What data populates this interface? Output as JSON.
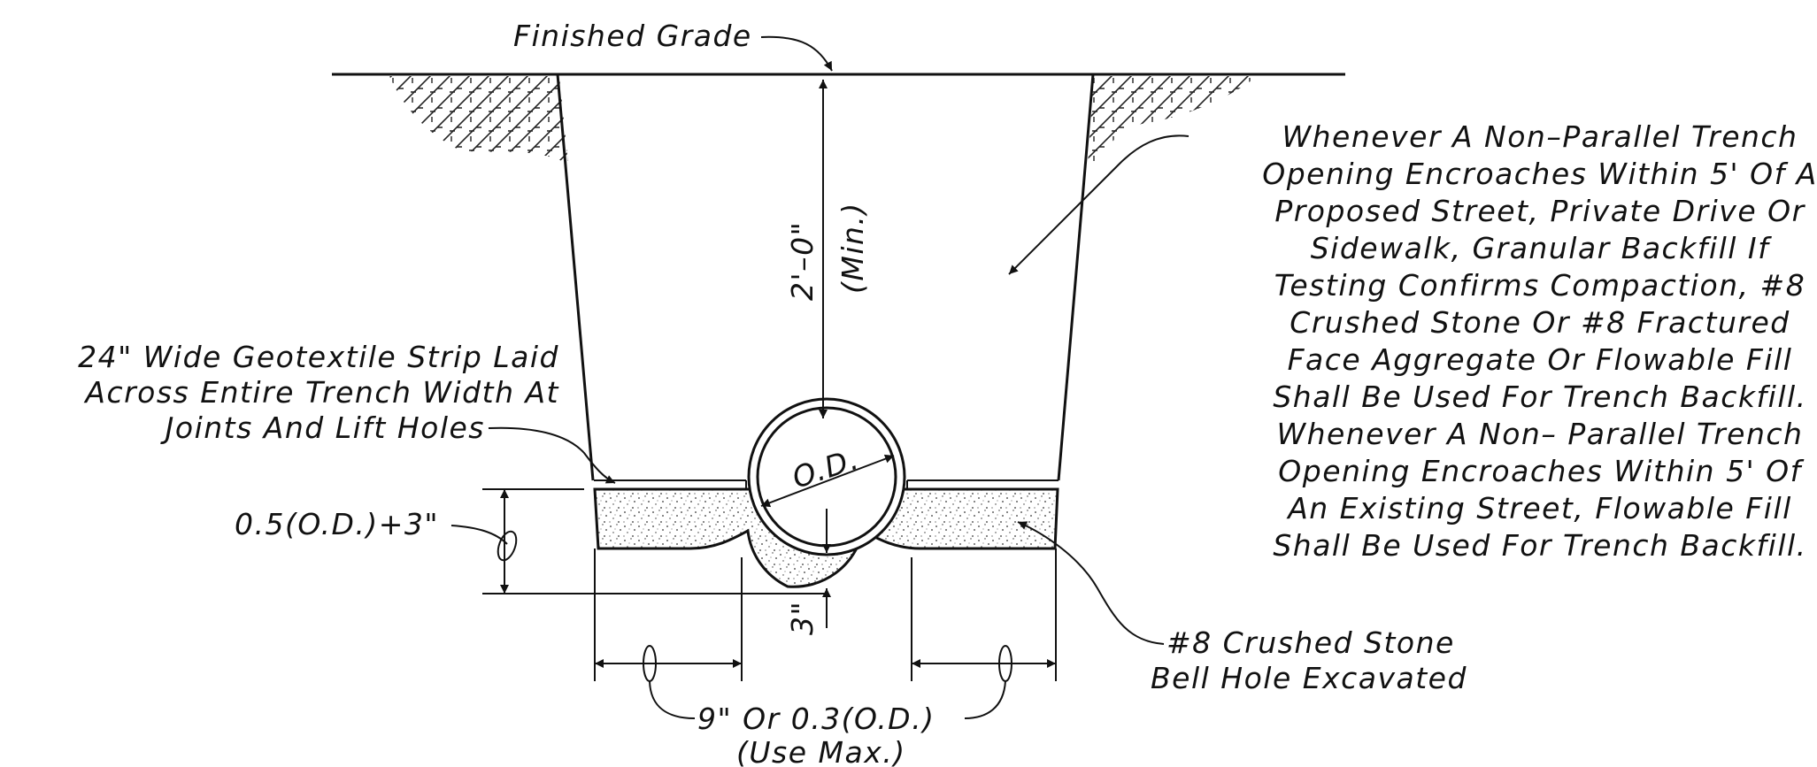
{
  "labels": {
    "finished_grade": "Finished Grade",
    "depth_value": "2'–0\"",
    "depth_qualifier": "(Min.)",
    "pipe_od": "O.D.",
    "geotextile": [
      "24\" Wide Geotextile Strip Laid",
      "Across Entire Trench Width At",
      "Joints And Lift Holes"
    ],
    "bedding_depth": "0.5(O.D.)+3\"",
    "bell_hole_depth": "3\"",
    "side_clearance": "9\" Or 0.3(O.D.)",
    "side_clearance_note": "(Use Max.)",
    "bedding_material": [
      "#8 Crushed Stone",
      "Bell Hole Excavated"
    ],
    "backfill_note": [
      "Whenever A Non–Parallel Trench",
      "Opening Encroaches Within 5' Of A",
      "Proposed Street, Private Drive Or",
      "Sidewalk, Granular Backfill If",
      "Testing Confirms Compaction, #8",
      "Crushed Stone Or #8 Fractured",
      "Face Aggregate Or Flowable Fill",
      "Shall Be Used For Trench Backfill.",
      "Whenever A Non– Parallel Trench",
      "Opening Encroaches Within 5' Of",
      "An Existing Street, Flowable Fill",
      "Shall Be Used For Trench Backfill."
    ]
  },
  "colors": {
    "line": "#111111",
    "background": "#ffffff"
  }
}
